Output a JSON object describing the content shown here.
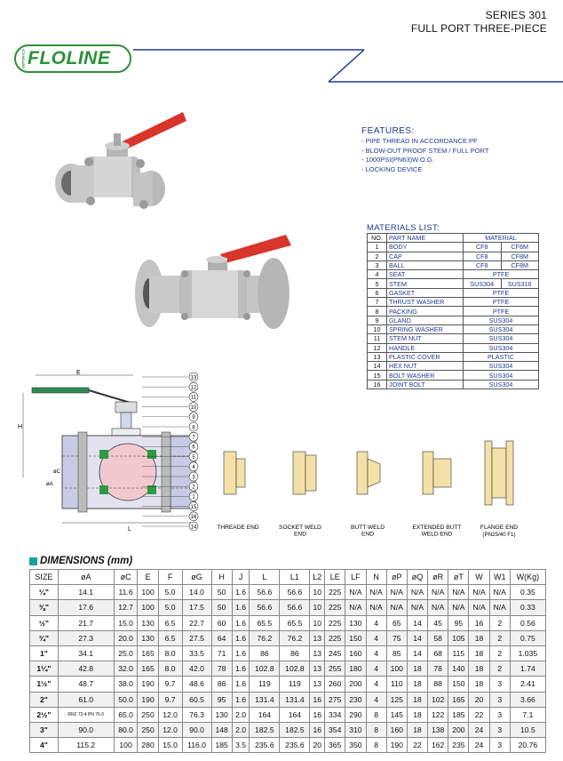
{
  "header": {
    "series": "SERIES 301",
    "subtitle": "FULL PORT THREE-PIECE",
    "logo_text": "FLOLINE",
    "logo_tm": "STANDARD"
  },
  "features": {
    "title": "FEATURES:",
    "items": [
      "- PIPE THREAD IN ACCORDANCE:PF",
      "- BLOW-OUT PROOF STEM / FULL PORT",
      "- 1000PSI(PN63)W.O.G.",
      "- LOCKING DEVICE"
    ]
  },
  "materials": {
    "title": "MATERIALS LIST:",
    "headers": [
      "NO.",
      "PART NAME",
      "MATERIAL"
    ],
    "rows": [
      {
        "no": "1",
        "name": "BODY",
        "m1": "CF8",
        "m2": "CF8M"
      },
      {
        "no": "2",
        "name": "CAP",
        "m1": "CF8",
        "m2": "CF8M"
      },
      {
        "no": "3",
        "name": "BALL",
        "m1": "CF8",
        "m2": "CF8M"
      },
      {
        "no": "4",
        "name": "SEAT",
        "m": "PTFE"
      },
      {
        "no": "5",
        "name": "STEM",
        "m1": "SUS304",
        "m2": "SUS316"
      },
      {
        "no": "6",
        "name": "GASKET",
        "m": "PTFE"
      },
      {
        "no": "7",
        "name": "THRUST WASHER",
        "m": "PTFE"
      },
      {
        "no": "8",
        "name": "PACKING",
        "m": "PTFE"
      },
      {
        "no": "9",
        "name": "GLAND",
        "m": "SUS304"
      },
      {
        "no": "10",
        "name": "SPRING WASHER",
        "m": "SUS304"
      },
      {
        "no": "11",
        "name": "STEM NUT",
        "m": "SUS304"
      },
      {
        "no": "12",
        "name": "HANDLE",
        "m": "SUS304"
      },
      {
        "no": "13",
        "name": "PLASTIC COVER",
        "m": "PLASTIC"
      },
      {
        "no": "14",
        "name": "HEX NUT",
        "m": "SUS304"
      },
      {
        "no": "15",
        "name": "BOLT WASHER",
        "m": "SUS304"
      },
      {
        "no": "16",
        "name": "JOINT BOLT",
        "m": "SUS304"
      }
    ]
  },
  "drawing": {
    "dim_E": "E",
    "dim_H": "H",
    "dim_L": "L",
    "dim_C": "øC",
    "dim_A": "øA",
    "callouts": [
      "13",
      "12",
      "11",
      "10",
      "9",
      "8",
      "7",
      "6",
      "5",
      "4",
      "3",
      "2",
      "1",
      "15",
      "16",
      "14"
    ],
    "captions": [
      {
        "text": "THREADE END"
      },
      {
        "text": "SOCKET WELD END"
      },
      {
        "text": "BUTT WELD END"
      },
      {
        "text": "EXTENDED BUTT WELD END"
      },
      {
        "text": "FLANGE END",
        "sub": "(PN25/40 F1)"
      }
    ]
  },
  "dimensions": {
    "title": "DIMENSIONS (mm)",
    "headers": [
      "SIZE",
      "øA",
      "øC",
      "E",
      "F",
      "øG",
      "H",
      "J",
      "L",
      "L1",
      "L2",
      "LE",
      "LF",
      "N",
      "øP",
      "øQ",
      "øR",
      "øT",
      "W",
      "W1",
      "W(Kg)"
    ],
    "rows": [
      [
        "¼\"",
        "14.1",
        "11.6",
        "100",
        "5.0",
        "14.0",
        "50",
        "1.6",
        "56.6",
        "56.6",
        "10",
        "225",
        "N/A",
        "N/A",
        "N/A",
        "N/A",
        "N/A",
        "N/A",
        "N/A",
        "N/A",
        "0.35"
      ],
      [
        "⅜\"",
        "17.6",
        "12.7",
        "100",
        "5.0",
        "17.5",
        "50",
        "1.6",
        "56.6",
        "56.6",
        "10",
        "225",
        "N/A",
        "N/A",
        "N/A",
        "N/A",
        "N/A",
        "N/A",
        "N/A",
        "N/A",
        "0.33"
      ],
      [
        "½\"",
        "21.7",
        "15.0",
        "130",
        "6.5",
        "22.7",
        "60",
        "1.6",
        "65.5",
        "65.5",
        "10",
        "225",
        "130",
        "4",
        "65",
        "14",
        "45",
        "95",
        "16",
        "2",
        "0.56"
      ],
      [
        "¾\"",
        "27.3",
        "20.0",
        "130",
        "6.5",
        "27.5",
        "64",
        "1.6",
        "76.2",
        "76.2",
        "13",
        "225",
        "150",
        "4",
        "75",
        "14",
        "58",
        "105",
        "18",
        "2",
        "0.75"
      ],
      [
        "1\"",
        "34.1",
        "25.0",
        "165",
        "8.0",
        "33.5",
        "71",
        "1.6",
        "86",
        "86",
        "13",
        "245",
        "160",
        "4",
        "85",
        "14",
        "68",
        "115",
        "18",
        "2",
        "1.035"
      ],
      [
        "1¼\"",
        "42.8",
        "32.0",
        "165",
        "8.0",
        "42.0",
        "78",
        "1.6",
        "102.8",
        "102.8",
        "13",
        "255",
        "180",
        "4",
        "100",
        "18",
        "78",
        "140",
        "18",
        "2",
        "1.74"
      ],
      [
        "1½\"",
        "48.7",
        "38.0",
        "190",
        "9.7",
        "48.6",
        "86",
        "1.6",
        "119",
        "119",
        "13",
        "260",
        "200",
        "4",
        "110",
        "18",
        "88",
        "150",
        "18",
        "3",
        "2.41"
      ],
      [
        "2\"",
        "61.0",
        "50.0",
        "190",
        "9.7",
        "60.5",
        "95",
        "1.6",
        "131.4",
        "131.4",
        "16",
        "275",
        "230",
        "4",
        "125",
        "18",
        "102",
        "165",
        "20",
        "3",
        "3.66"
      ],
      [
        "2½\"",
        "RN2 73.4 PN 76.6",
        "65.0",
        "250",
        "12.0",
        "76.3",
        "130",
        "2.0",
        "164",
        "164",
        "16",
        "334",
        "290",
        "8",
        "145",
        "18",
        "122",
        "185",
        "22",
        "3",
        "7.1"
      ],
      [
        "3\"",
        "90.0",
        "80.0",
        "250",
        "12.0",
        "90.0",
        "148",
        "2.0",
        "182.5",
        "182.5",
        "16",
        "354",
        "310",
        "8",
        "160",
        "18",
        "138",
        "200",
        "24",
        "3",
        "10.5"
      ],
      [
        "4\"",
        "115.2",
        "100",
        "280",
        "15.0",
        "116.0",
        "185",
        "3.5",
        "235.6",
        "235.6",
        "20",
        "365",
        "350",
        "8",
        "190",
        "22",
        "162",
        "235",
        "24",
        "3",
        "20.76"
      ]
    ]
  },
  "colors": {
    "brand_green": "#2f8f3a",
    "header_blue": "#1f3a93",
    "handle_red": "#d9352a",
    "accent_teal": "#17a2a0"
  }
}
